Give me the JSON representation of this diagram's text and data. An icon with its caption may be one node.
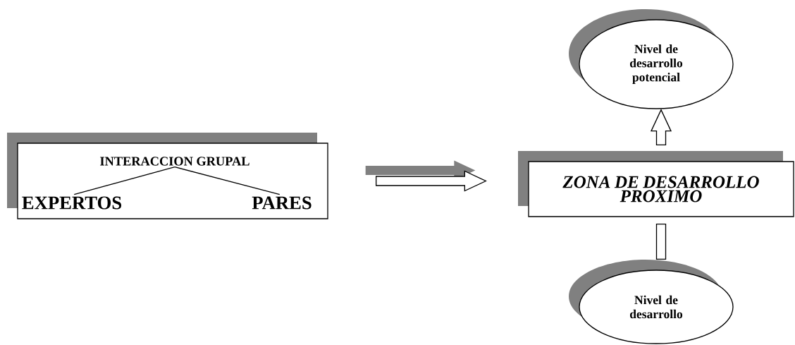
{
  "diagram": {
    "nodes": [
      {
        "text": [],
        "shape": "box"
      },
      {
        "text": [
          "INTERACCION GRUPAL"
        ],
        "in": 0
      },
      {
        "text": [
          "EXPERTOS"
        ],
        "in": 0
      },
      {
        "text": [
          "PARES"
        ],
        "in": 0
      },
      {
        "text": [
          "ZONA DE DESARROLLO PROXIMO"
        ]
      },
      {
        "text": [
          "Nivel de desarrollo potencial"
        ]
      },
      {
        "text": [
          "Nivel de desarrollo"
        ]
      }
    ],
    "edges": [
      {
        "from": 1,
        "to": 2,
        "arrow": "none"
      },
      {
        "from": 1,
        "to": 3,
        "arrow": "none"
      },
      {
        "from": 0,
        "to": 4,
        "arrow": "to"
      },
      {
        "from": 4,
        "to": 5,
        "arrow": "to"
      },
      {
        "from": 4,
        "to": 6,
        "arrow": "none"
      }
    ]
  }
}
